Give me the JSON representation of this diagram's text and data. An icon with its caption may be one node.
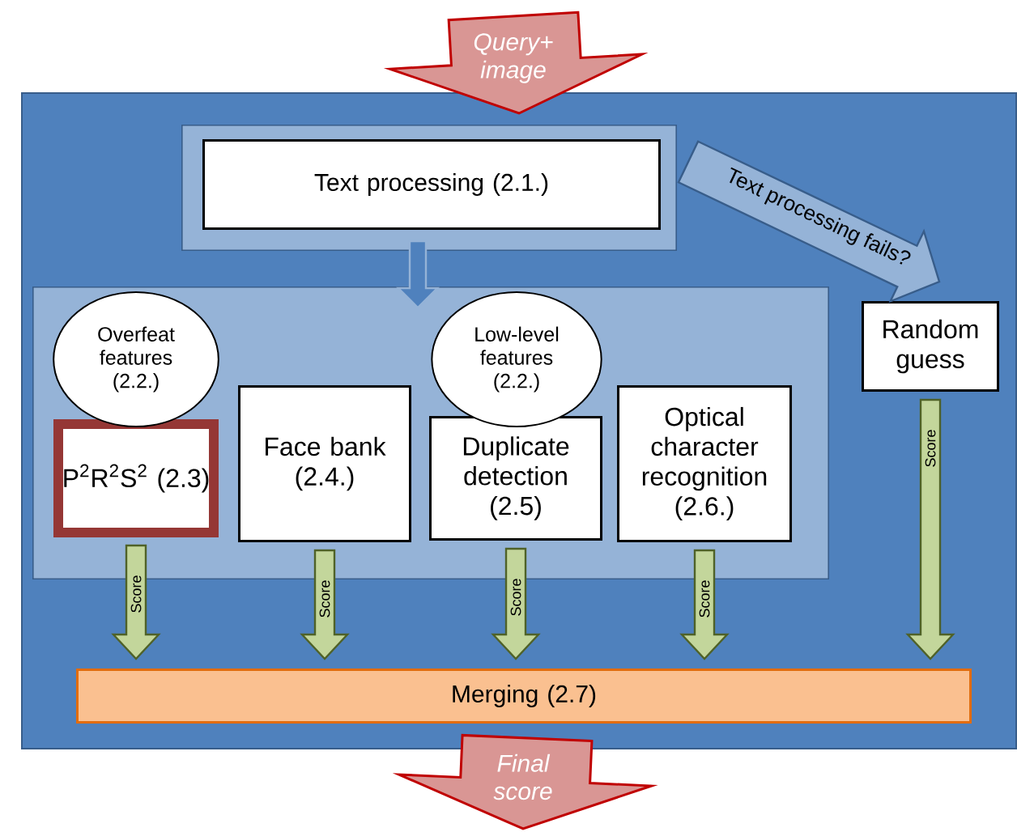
{
  "diagram": {
    "nodes": [
      {
        "text": [],
        "shape": "box"
      },
      {
        "text": [],
        "shape": "box",
        "in": 0
      },
      {
        "text": [
          "Text processing (2.1.)"
        ],
        "in": 1
      },
      {
        "text": [],
        "shape": "box",
        "in": 0
      },
      {
        "text": [
          "Overfeat features (2.2.)"
        ],
        "in": 3
      },
      {
        "text": [
          "P$^{2}$R$^{2}$S$^{2}$ (2.3)"
        ],
        "in": 3
      },
      {
        "text": [
          "Face bank (2.4.)"
        ],
        "in": 3
      },
      {
        "text": [
          "Low-level features (2.2.)"
        ],
        "in": 3
      },
      {
        "text": [
          "Duplicate detection (2.5)"
        ],
        "in": 3
      },
      {
        "text": [
          "Optical character recognition (2.6.)"
        ],
        "in": 3
      },
      {
        "text": [
          "Random guess"
        ],
        "in": 0
      },
      {
        "text": [
          "Merging (2.7)"
        ],
        "in": 0
      }
    ],
    "edges": [
      {
        "from": null,
        "to": 0,
        "arrow": "to",
        "label": "Query+ image",
        "color": "#c00000"
      },
      {
        "from": 0,
        "to": null,
        "arrow": "to",
        "label": "Final score",
        "color": "#c00000"
      },
      {
        "from": 1,
        "to": 3,
        "arrow": "to",
        "color": "#95b3d7"
      },
      {
        "from": 1,
        "to": 10,
        "arrow": "to",
        "label": "Text processing fails?",
        "color": "#385d8a"
      },
      {
        "from": 5,
        "to": 11,
        "arrow": "to",
        "label": "Score"
      },
      {
        "from": 6,
        "to": 11,
        "arrow": "to",
        "label": "Score"
      },
      {
        "from": 8,
        "to": 11,
        "arrow": "to",
        "label": "Score"
      },
      {
        "from": 9,
        "to": 11,
        "arrow": "to",
        "label": "Score"
      },
      {
        "from": 10,
        "to": 11,
        "arrow": "to",
        "label": "Score"
      }
    ]
  }
}
